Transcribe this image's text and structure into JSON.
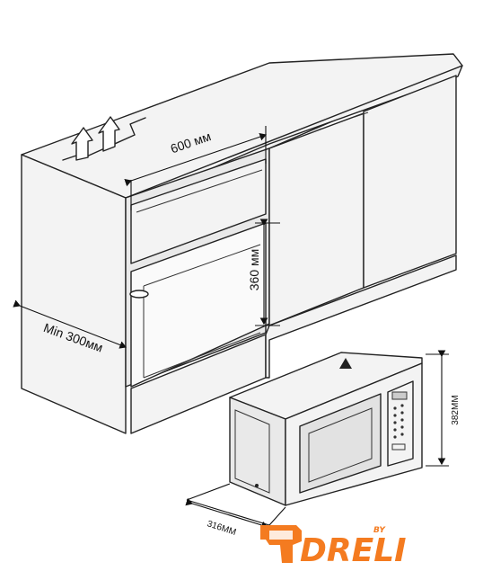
{
  "dimensions": {
    "cabinet_width": "600 мм",
    "niche_height": "360 мм",
    "min_depth": "Min 300мм",
    "microwave_height": "382ММ",
    "microwave_depth": "316ММ"
  },
  "brand": {
    "name": "DRELI",
    "superscript": "BY",
    "primary_color": "#f47b20",
    "accent_color": "#ffffff"
  },
  "icons": [
    "airflow-arrow-icon",
    "airflow-arrow-icon",
    "warning-triangle-icon"
  ]
}
